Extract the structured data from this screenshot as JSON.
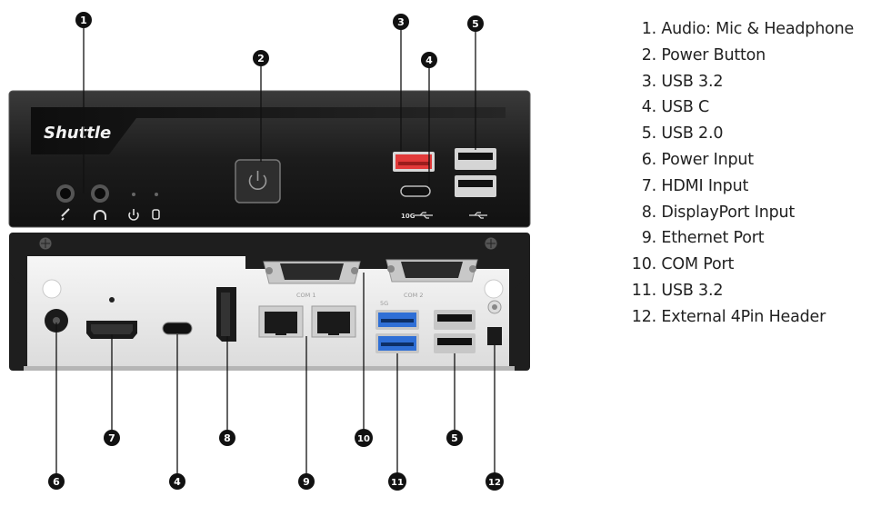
{
  "device": {
    "brand": "Shuttle",
    "front_port_labels": {
      "usb_c_speed": "10G"
    },
    "rear_port_labels": {
      "com1": "COM 1",
      "com2": "COM 2",
      "usb_speed": "5G"
    }
  },
  "callouts": [
    {
      "number": "1"
    },
    {
      "number": "2"
    },
    {
      "number": "3"
    },
    {
      "number": "4"
    },
    {
      "number": "5"
    },
    {
      "number": "6"
    },
    {
      "number": "7"
    },
    {
      "number": "8"
    },
    {
      "number": "9"
    },
    {
      "number": "10"
    },
    {
      "number": "11"
    },
    {
      "number": "12"
    },
    {
      "number": "4"
    },
    {
      "number": "5"
    }
  ],
  "legend": [
    {
      "number": "1.",
      "text": "Audio: Mic & Headphone"
    },
    {
      "number": "2.",
      "text": "Power Button"
    },
    {
      "number": "3.",
      "text": "USB 3.2"
    },
    {
      "number": "4.",
      "text": "USB C"
    },
    {
      "number": "5.",
      "text": "USB 2.0"
    },
    {
      "number": "6.",
      "text": "Power Input"
    },
    {
      "number": "7.",
      "text": "HDMI Input"
    },
    {
      "number": "8.",
      "text": "DisplayPort Input"
    },
    {
      "number": "9.",
      "text": "Ethernet Port"
    },
    {
      "number": "10.",
      "text": "COM Port"
    },
    {
      "number": "11.",
      "text": "USB 3.2"
    },
    {
      "number": "12.",
      "text": "External 4Pin Header"
    }
  ],
  "colors": {
    "chassis": "#1e1e1e",
    "rear_panel": "#ececec",
    "usb32_port": "#2f6fd6",
    "usb32_front_port": "#e23a3a",
    "callout": "#111111"
  }
}
